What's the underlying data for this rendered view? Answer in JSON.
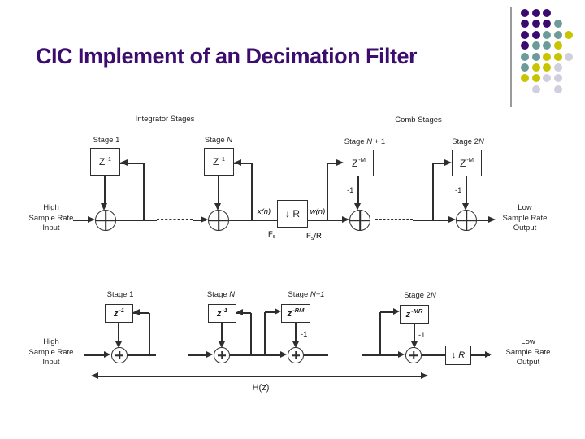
{
  "title": "CIC Implement of an Decimation Filter",
  "decoration": {
    "colors": {
      "purple": "#3a0a6e",
      "teal": "#6d9b9a",
      "yellow": "#c9c400",
      "lavender": "#cfcfe0"
    },
    "dot_grid": [
      [
        "purple",
        "purple",
        "purple",
        "",
        ""
      ],
      [
        "purple",
        "purple",
        "purple",
        "teal",
        ""
      ],
      [
        "purple",
        "purple",
        "teal",
        "teal",
        "yellow"
      ],
      [
        "purple",
        "teal",
        "teal",
        "yellow",
        ""
      ],
      [
        "teal",
        "teal",
        "yellow",
        "yellow",
        "lavender"
      ],
      [
        "teal",
        "yellow",
        "yellow",
        "lavender",
        ""
      ],
      [
        "yellow",
        "yellow",
        "lavender",
        "lavender",
        ""
      ],
      [
        "",
        "lavender",
        "",
        "lavender",
        ""
      ]
    ]
  },
  "top": {
    "section_integrator": "Integrator Stages",
    "section_comb": "Comb Stages",
    "input": [
      "High",
      "Sample Rate",
      "Input"
    ],
    "output": [
      "Low",
      "Sample Rate",
      "Output"
    ],
    "stage1": {
      "pre": "Stage 1",
      "it": "",
      "post": "",
      "base": "Z",
      "sup": "-1"
    },
    "stageN": {
      "pre": "Stage ",
      "it": "N",
      "post": "",
      "base": "Z",
      "sup": "-1"
    },
    "stageN1": {
      "pre": "Stage ",
      "it": "N",
      "post": " + 1",
      "base": "Z",
      "sup": "-M",
      "gain": "-1"
    },
    "stage2N": {
      "pre": "Stage 2",
      "it": "N",
      "post": "",
      "base": "Z",
      "sup": "-M",
      "gain": "-1"
    },
    "decimator": {
      "arrow": "↓",
      "factor": "R"
    },
    "signal_in": "x(n)",
    "signal_out": "w(n)",
    "rate_in": {
      "base": "F",
      "sub": "s",
      "post": ""
    },
    "rate_out": {
      "base": "F",
      "sub": "s",
      "post": "/R"
    }
  },
  "bottom": {
    "input": [
      "High",
      "Sample Rate",
      "Input"
    ],
    "output": [
      "Low",
      "Sample Rate",
      "Output"
    ],
    "stage1": {
      "pre": "Stage 1",
      "it": "",
      "post": "",
      "base": "z",
      "sup": "-1"
    },
    "stageN": {
      "pre": "Stage ",
      "it": "N",
      "post": "",
      "base": "z",
      "sup": "-1"
    },
    "stageN1": {
      "pre": "Stage ",
      "it": "N+1",
      "post": "",
      "base": "z",
      "sup": "-RM",
      "gain": "-1"
    },
    "stage2N": {
      "pre": "Stage 2",
      "it": "N",
      "post": "",
      "base": "z",
      "sup": "-MR",
      "gain": "-1"
    },
    "decimator": {
      "arrow": "↓",
      "factor": "R"
    },
    "hz": "H(z)"
  }
}
